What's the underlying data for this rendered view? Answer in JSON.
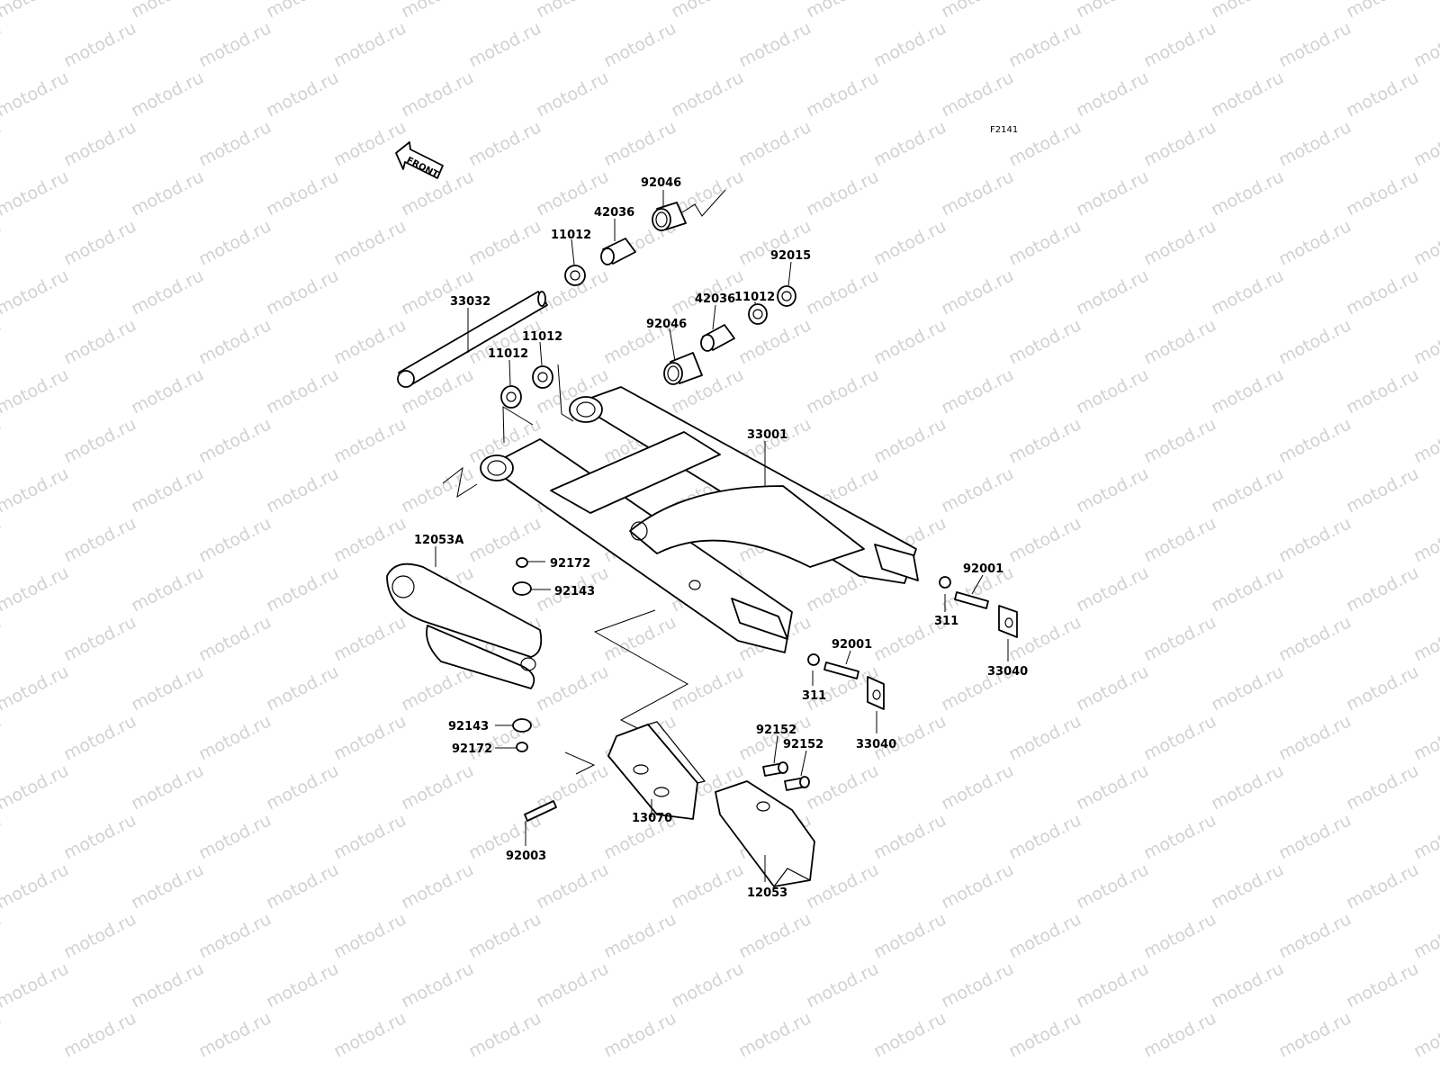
{
  "figure_code": "F2141",
  "front_arrow_label": "FRONT",
  "watermark": "motod.ru",
  "parts": {
    "p92046a": "92046",
    "p42036a": "42036",
    "p11012a": "11012",
    "p92015": "92015",
    "p11012b": "11012",
    "p42036b": "42036",
    "p33032": "33032",
    "p11012c": "11012",
    "p11012d": "11012",
    "p92046b": "92046",
    "p33001": "33001",
    "p12053A": "12053A",
    "p92172a": "92172",
    "p92143a": "92143",
    "p92001a": "92001",
    "p311a": "311",
    "p33040a": "33040",
    "p92001b": "92001",
    "p311b": "311",
    "p33040b": "33040",
    "p92143b": "92143",
    "p92172b": "92172",
    "p92152a": "92152",
    "p92152b": "92152",
    "p92003": "92003",
    "p13070": "13070",
    "p12053": "12053"
  }
}
